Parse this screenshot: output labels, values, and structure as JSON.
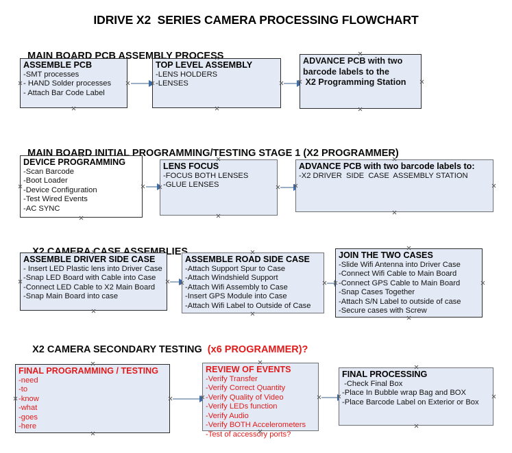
{
  "title": "IDRIVE X2  SERIES CAMERA PROCESSING FLOWCHART",
  "sections": [
    {
      "heading": "MAIN BOARD PCB ASSEMBLY PROCESS",
      "heading_red": "",
      "nodes": [
        {
          "header": "ASSEMBLE PCB",
          "lines": [
            "-SMT processes",
            "- HAND Solder processes",
            "- Attach Bar Code Label"
          ]
        },
        {
          "header": "TOP LEVEL ASSEMBLY",
          "lines": [
            "-LENS HOLDERS",
            "-LENSES"
          ]
        },
        {
          "header": "ADVANCE PCB with two",
          "lines": [
            "barcode labels to the",
            " X2 Programming Station"
          ]
        }
      ]
    },
    {
      "heading": "MAIN BOARD INITIAL PROGRAMMING/TESTING STAGE 1 (X2 PROGRAMMER)",
      "heading_red": "",
      "nodes": [
        {
          "header": "DEVICE PROGRAMMING",
          "lines": [
            "-Scan Barcode",
            "-Boot Loader",
            "-Device Configuration",
            "-Test Wired Events",
            "-AC SYNC"
          ]
        },
        {
          "header": "LENS FOCUS",
          "lines": [
            "-FOCUS BOTH LENSES",
            "-GLUE LENSES"
          ]
        },
        {
          "header": "ADVANCE PCB with two barcode labels to:",
          "lines": [
            "-X2 DRIVER  SIDE  CASE  ASSEMBLY STATION"
          ]
        }
      ]
    },
    {
      "heading": "X2 CAMERA CASE ASSEMBLIES",
      "heading_red": "",
      "nodes": [
        {
          "header": "ASSEMBLE DRIVER SIDE CASE",
          "lines": [
            "- Insert LED Plastic lens into Driver Case",
            "-Snap LED Board with Cable into Case",
            "-Connect LED Cable to X2 Main Board",
            "-Snap Main Board into case"
          ]
        },
        {
          "header": "ASSEMBLE ROAD SIDE CASE",
          "lines": [
            "-Attach Support Spur to Case",
            "-Attach Windshield Support",
            "-Attach Wifi Assembly to Case",
            "-Insert GPS Module into Case",
            "-Attach Wifi Label to Outside of Case"
          ]
        },
        {
          "header": "JOIN THE TWO CASES",
          "lines": [
            "-Slide Wifi Antenna into Driver Case",
            "-Connect Wifi Cable to Main Board",
            "-Connect GPS Cable to Main Board",
            "-Snap Cases Together",
            "-Attach S/N Label to outside of case",
            "-Secure cases with Screw"
          ]
        }
      ]
    },
    {
      "heading": "X2 CAMERA SECONDARY TESTING  ",
      "heading_red": "(x6 PROGRAMMER)?",
      "nodes": [
        {
          "header": "FINAL PROGRAMMING / TESTING",
          "lines": [
            "-need",
            "-to",
            "-know",
            "-what",
            "-goes",
            "-here"
          ]
        },
        {
          "header": "REVIEW OF EVENTS",
          "lines": [
            "-Verify Transfer",
            "-Verify Correct Quantity",
            "-Verify Quality of Video",
            "-Verify LEDs function",
            "-Verify Audio",
            "-Verify BOTH Accelerometers",
            "-Test of accessory ports?"
          ]
        },
        {
          "header": "FINAL PROCESSING",
          "lines": [
            " -Check Final Box",
            "-Place In Bubble wrap Bag and BOX",
            "-Place Barcode Label on Exterior or Box"
          ]
        }
      ]
    }
  ],
  "colors": {
    "box_fill": "#e4eaf5",
    "box_fill_white": "#ffffff",
    "box_border": "#2b2b2b",
    "connector": "#9bb0c6",
    "arrowhead": "#3b6fb5",
    "red_text": "#e01b1b",
    "text": "#111111"
  }
}
